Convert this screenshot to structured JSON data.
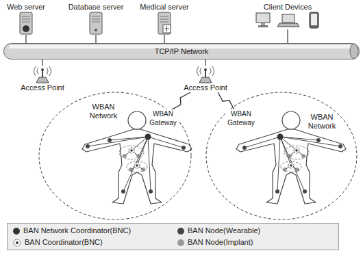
{
  "diagram": {
    "nodes": [
      {
        "text": [
          "Web server"
        ]
      },
      {
        "text": [
          "Database server"
        ]
      },
      {
        "text": [
          "Medical server"
        ]
      },
      {
        "text": [
          "Client Devices"
        ]
      },
      {
        "text": [
          "TCP/IP Network"
        ]
      },
      {
        "text": [
          "Access Point"
        ]
      },
      {
        "text": [
          "Access Point"
        ]
      },
      {
        "text": [
          "WBAN Network"
        ]
      },
      {
        "text": [
          "WBAN Gateway"
        ],
        "in": 7
      },
      {
        "text": [
          "WBAN Network"
        ]
      },
      {
        "text": [
          "WBAN Gateway"
        ],
        "in": 9
      }
    ],
    "edges": [
      {
        "from": 0,
        "to": 4,
        "arrow": "none"
      },
      {
        "from": 1,
        "to": 4,
        "arrow": "none"
      },
      {
        "from": 2,
        "to": 4,
        "arrow": "none"
      },
      {
        "from": 3,
        "to": 4,
        "arrow": "none"
      },
      {
        "from": 4,
        "to": 5,
        "arrow": "none"
      },
      {
        "from": 4,
        "to": 6,
        "arrow": "none"
      },
      {
        "from": 8,
        "to": 6,
        "arrow": "none"
      },
      {
        "from": 10,
        "to": 6,
        "arrow": "none"
      }
    ],
    "legend": [
      {
        "text": "BAN Network Coordinator(BNC)",
        "color": "#333333"
      },
      {
        "text": "BAN Coordinator(BNC)"
      },
      {
        "text": "BAN Node(Wearable)",
        "color": "#444444"
      },
      {
        "text": "BAN Node(Implant)",
        "color": "#999999"
      }
    ]
  }
}
